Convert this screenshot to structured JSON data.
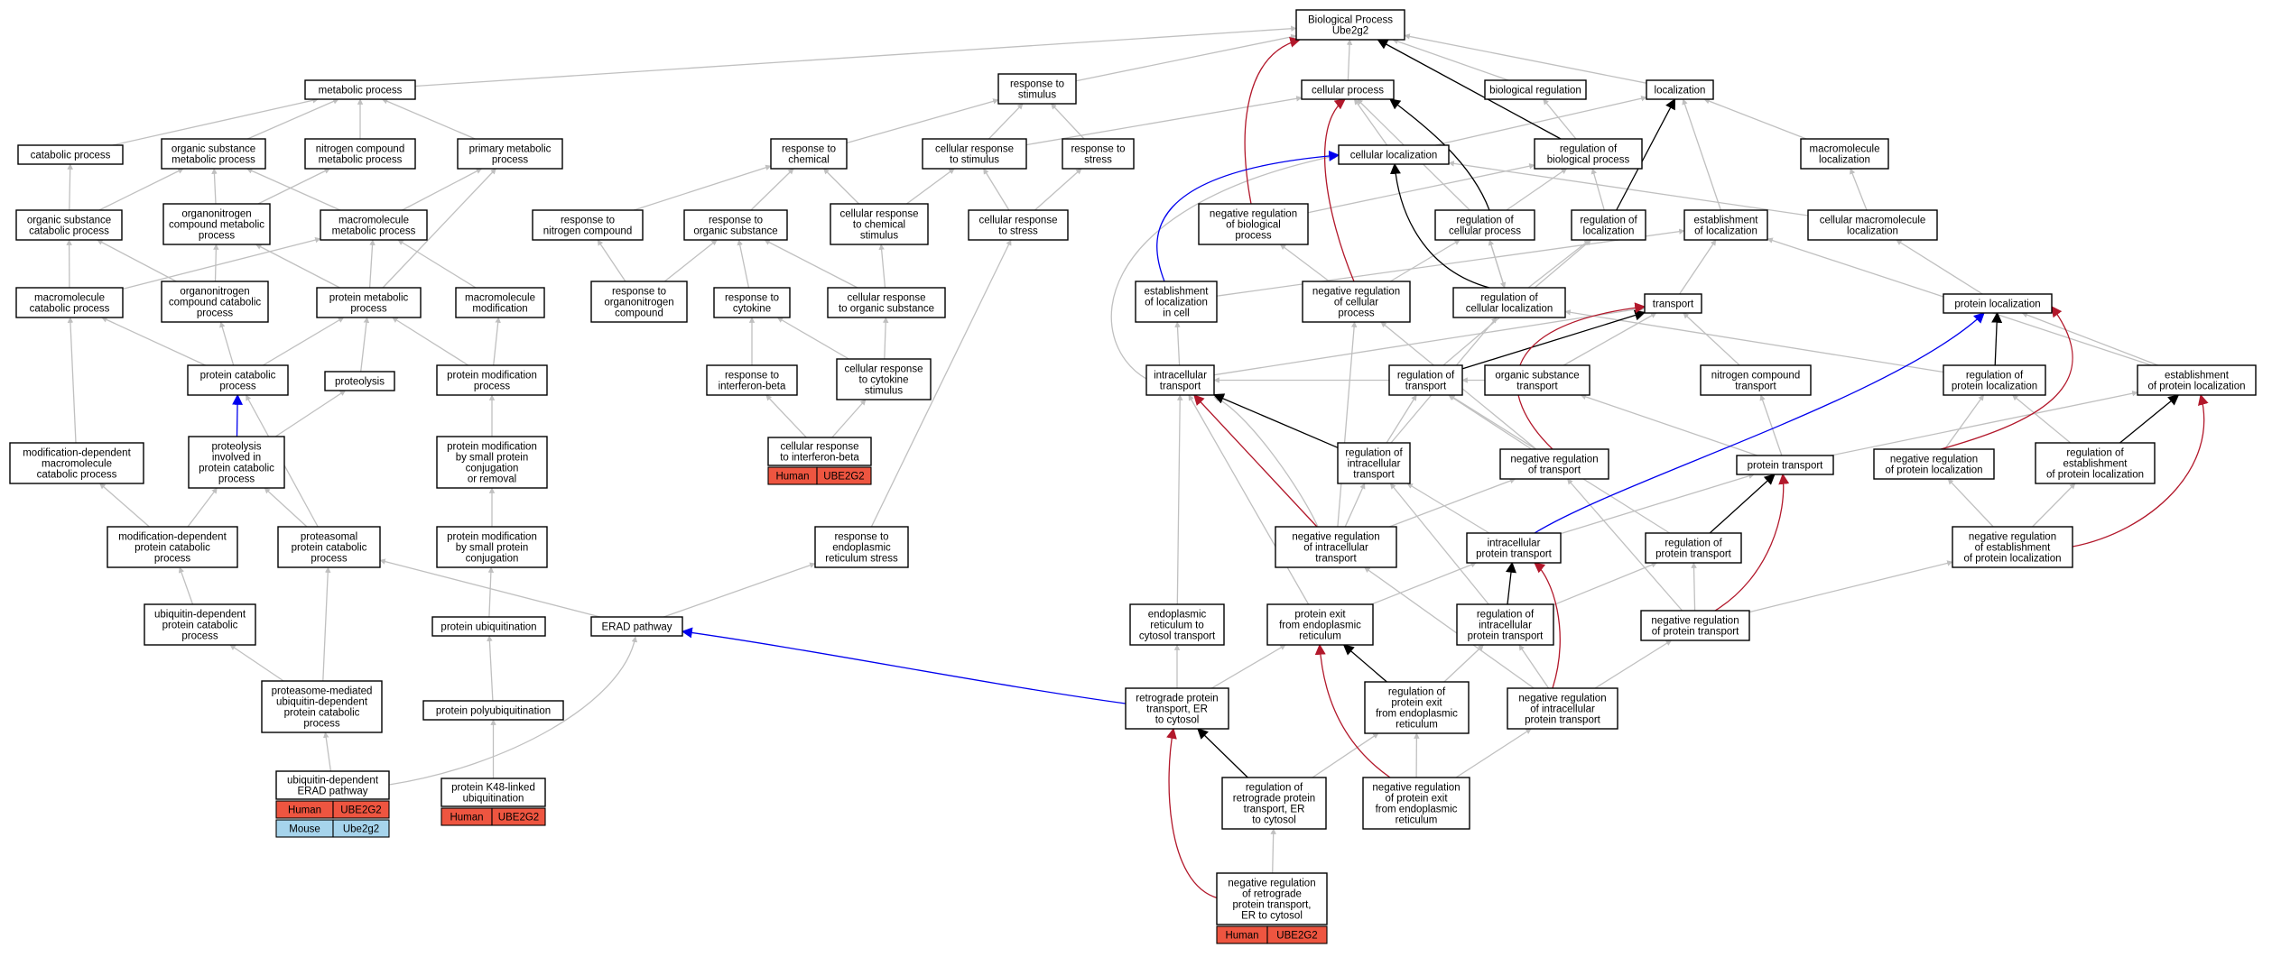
{
  "colors": {
    "grey": "#c0c0c0",
    "black": "#000000",
    "red": "#b2182b",
    "blue": "#0000ee",
    "human": "#ee5540",
    "mouse": "#a6d4ec"
  },
  "nodes": {
    "bp": [
      "Biological Process",
      "Ube2g2"
    ],
    "metabolic": [
      "metabolic process"
    ],
    "resp_stim": [
      "response to",
      "stimulus"
    ],
    "cell_proc": [
      "cellular process"
    ],
    "bio_reg": [
      "biological regulation"
    ],
    "localization": [
      "localization"
    ],
    "catabolic": [
      "catabolic process"
    ],
    "org_sub_met": [
      "organic substance",
      "metabolic process"
    ],
    "nitro_met": [
      "nitrogen compound",
      "metabolic process"
    ],
    "primary_met": [
      "primary metabolic",
      "process"
    ],
    "resp_chem": [
      "response to",
      "chemical"
    ],
    "cell_resp_stim": [
      "cellular response",
      "to stimulus"
    ],
    "resp_stress": [
      "response to",
      "stress"
    ],
    "cell_loc": [
      "cellular localization"
    ],
    "reg_bio": [
      "regulation of",
      "biological process"
    ],
    "macro_loc": [
      "macromolecule",
      "localization"
    ],
    "org_sub_cat": [
      "organic substance",
      "catabolic process"
    ],
    "organo_met": [
      "organonitrogen",
      "compound metabolic",
      "process"
    ],
    "macro_met": [
      "macromolecule",
      "metabolic process"
    ],
    "resp_nitro": [
      "response to",
      "nitrogen compound"
    ],
    "resp_org_sub": [
      "response to",
      "organic substance"
    ],
    "cell_resp_chem": [
      "cellular response",
      "to chemical",
      "stimulus"
    ],
    "cell_resp_stress": [
      "cellular response",
      "to stress"
    ],
    "neg_reg_bio": [
      "negative regulation",
      "of biological",
      "process"
    ],
    "reg_cell_proc": [
      "regulation of",
      "cellular process"
    ],
    "reg_loc": [
      "regulation of",
      "localization"
    ],
    "est_loc": [
      "establishment",
      "of localization"
    ],
    "cell_macro_loc": [
      "cellular macromolecule",
      "localization"
    ],
    "macro_cat": [
      "macromolecule",
      "catabolic process"
    ],
    "organo_cat": [
      "organonitrogen",
      "compound catabolic",
      "process"
    ],
    "prot_met": [
      "protein metabolic",
      "process"
    ],
    "macro_mod": [
      "macromolecule",
      "modification"
    ],
    "resp_organo": [
      "response to",
      "organonitrogen",
      "compound"
    ],
    "resp_cyto": [
      "response to",
      "cytokine"
    ],
    "cell_resp_org": [
      "cellular response",
      "to organic substance"
    ],
    "est_loc_cell": [
      "establishment",
      "of localization",
      "in cell"
    ],
    "neg_reg_cell": [
      "negative regulation",
      "of cellular",
      "process"
    ],
    "reg_cell_loc": [
      "regulation of",
      "cellular localization"
    ],
    "transport": [
      "transport"
    ],
    "prot_loc": [
      "protein localization"
    ],
    "prot_cat": [
      "protein catabolic",
      "process"
    ],
    "proteolysis": [
      "proteolysis"
    ],
    "prot_mod": [
      "protein modification",
      "process"
    ],
    "resp_ifnb": [
      "response to",
      "interferon-beta"
    ],
    "cell_resp_cyto": [
      "cellular response",
      "to cytokine",
      "stimulus"
    ],
    "intra_trans": [
      "intracellular",
      "transport"
    ],
    "reg_trans": [
      "regulation of",
      "transport"
    ],
    "org_sub_trans": [
      "organic substance",
      "transport"
    ],
    "nitro_trans": [
      "nitrogen compound",
      "transport"
    ],
    "reg_prot_loc": [
      "regulation of",
      "protein localization"
    ],
    "est_prot_loc": [
      "establishment",
      "of protein localization"
    ],
    "mod_dep_macro": [
      "modification-dependent",
      "macromolecule",
      "catabolic process"
    ],
    "proteolysis_cat": [
      "proteolysis",
      "involved in",
      "protein catabolic",
      "process"
    ],
    "prot_mod_small": [
      "protein modification",
      "by small protein",
      "conjugation",
      "or removal"
    ],
    "cell_resp_ifnb": [
      "cellular response",
      "to interferon-beta"
    ],
    "reg_intra_trans": [
      "regulation of",
      "intracellular",
      "transport"
    ],
    "neg_reg_trans": [
      "negative regulation",
      "of transport"
    ],
    "prot_trans": [
      "protein transport"
    ],
    "neg_reg_prot_loc": [
      "negative regulation",
      "of protein localization"
    ],
    "reg_est_prot_loc": [
      "regulation of",
      "establishment",
      "of protein localization"
    ],
    "mod_dep_prot": [
      "modification-dependent",
      "protein catabolic",
      "process"
    ],
    "proteasomal": [
      "proteasomal",
      "protein catabolic",
      "process"
    ],
    "prot_mod_conj": [
      "protein modification",
      "by small protein",
      "conjugation"
    ],
    "resp_er_stress": [
      "response to",
      "endoplasmic",
      "reticulum stress"
    ],
    "neg_reg_intra_trans": [
      "negative regulation",
      "of intracellular",
      "transport"
    ],
    "intra_prot_trans": [
      "intracellular",
      "protein transport"
    ],
    "reg_prot_trans": [
      "regulation of",
      "protein transport"
    ],
    "neg_reg_est_prot_loc": [
      "negative regulation",
      "of establishment",
      "of protein localization"
    ],
    "ub_dep_cat": [
      "ubiquitin-dependent",
      "protein catabolic",
      "process"
    ],
    "prot_ubiq": [
      "protein ubiquitination"
    ],
    "erad": [
      "ERAD pathway"
    ],
    "er_cyto_trans": [
      "endoplasmic",
      "reticulum to",
      "cytosol transport"
    ],
    "prot_exit_er": [
      "protein exit",
      "from endoplasmic",
      "reticulum"
    ],
    "reg_intra_prot_trans": [
      "regulation of",
      "intracellular",
      "protein transport"
    ],
    "neg_reg_prot_trans": [
      "negative regulation",
      "of protein transport"
    ],
    "proteasome_med": [
      "proteasome-mediated",
      "ubiquitin-dependent",
      "protein catabolic",
      "process"
    ],
    "prot_polyubiq": [
      "protein polyubiquitination"
    ],
    "retro_trans": [
      "retrograde protein",
      "transport, ER",
      "to cytosol"
    ],
    "reg_prot_exit": [
      "regulation of",
      "protein exit",
      "from endoplasmic",
      "reticulum"
    ],
    "neg_reg_intra_prot": [
      "negative regulation",
      "of intracellular",
      "protein transport"
    ],
    "ub_erad": [
      "ubiquitin-dependent",
      "ERAD pathway"
    ],
    "k48": [
      "protein K48-linked",
      "ubiquitination"
    ],
    "reg_retro": [
      "regulation of",
      "retrograde protein",
      "transport, ER",
      "to cytosol"
    ],
    "neg_reg_prot_exit": [
      "negative regulation",
      "of protein exit",
      "from endoplasmic",
      "reticulum"
    ],
    "neg_reg_retro": [
      "negative regulation",
      "of retrograde",
      "protein transport,",
      "ER to cytosol"
    ]
  },
  "annotations": {
    "cell_resp_ifnb": [
      [
        "Human",
        "UBE2G2"
      ]
    ],
    "ub_erad": [
      [
        "Human",
        "UBE2G2"
      ],
      [
        "Mouse",
        "Ube2g2"
      ]
    ],
    "k48": [
      [
        "Human",
        "UBE2G2"
      ]
    ],
    "neg_reg_retro": [
      [
        "Human",
        "UBE2G2"
      ]
    ]
  }
}
